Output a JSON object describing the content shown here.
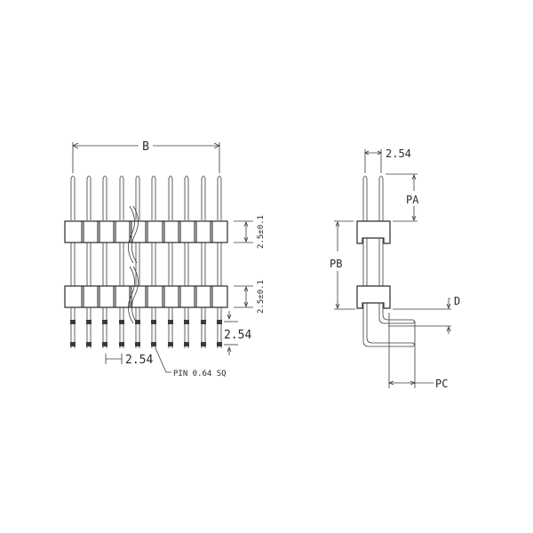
{
  "drawing": {
    "front_view": {
      "pin_count_shown": 10,
      "dim_overall_width_label": "B",
      "dim_body_height_upper": "2.5±0.1",
      "dim_body_height_lower": "2.5±0.1",
      "dim_row_pitch": "2.54",
      "dim_pin_pitch": "2.54",
      "pin_callout": "PIN 0.64 SQ"
    },
    "side_view": {
      "dim_pitch": "2.54",
      "dim_pa": "PA",
      "dim_pb": "PB",
      "dim_pc": "PC",
      "dim_d": "D"
    },
    "colors": {
      "line": "#2a2a2a",
      "background": "#ffffff"
    }
  }
}
